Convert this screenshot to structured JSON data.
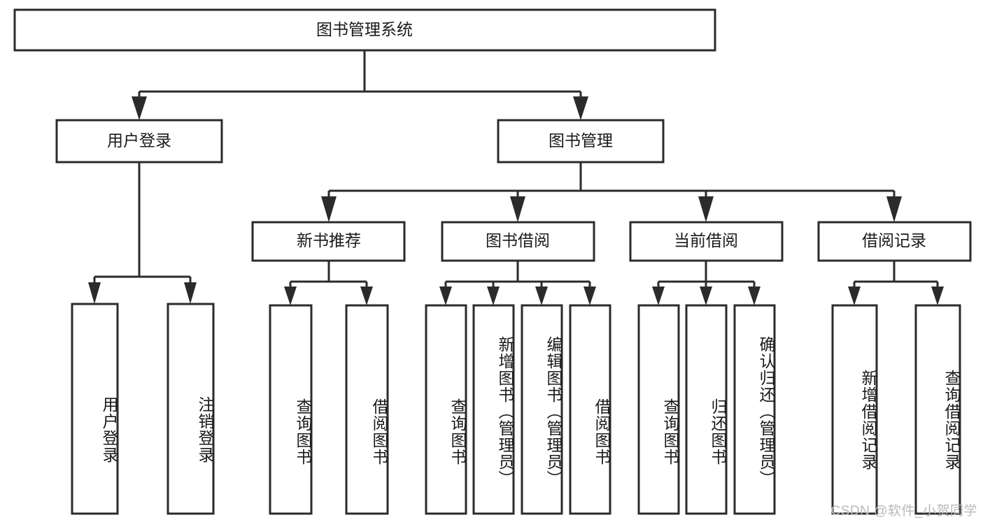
{
  "diagram": {
    "type": "tree-hierarchy",
    "title": "图书管理系统",
    "root": {
      "id": "root",
      "label": "图书管理系统",
      "orientation": "horizontal"
    },
    "level2": [
      {
        "id": "user-login",
        "label": "用户登录",
        "orientation": "horizontal"
      },
      {
        "id": "book-management",
        "label": "图书管理",
        "orientation": "horizontal"
      }
    ],
    "level3": [
      {
        "id": "new-book-recommend",
        "label": "新书推荐",
        "parent": "book-management",
        "orientation": "horizontal"
      },
      {
        "id": "book-borrow",
        "label": "图书借阅",
        "parent": "book-management",
        "orientation": "horizontal"
      },
      {
        "id": "current-borrow",
        "label": "当前借阅",
        "parent": "book-management",
        "orientation": "horizontal"
      },
      {
        "id": "borrow-record",
        "label": "借阅记录",
        "parent": "book-management",
        "orientation": "horizontal"
      }
    ],
    "leaves": [
      {
        "id": "leaf-user-login",
        "label": "用户登录",
        "parent": "user-login",
        "orientation": "vertical"
      },
      {
        "id": "leaf-logout",
        "label": "注销登录",
        "parent": "user-login",
        "orientation": "vertical"
      },
      {
        "id": "leaf-query-book-1",
        "label": "查询图书",
        "parent": "new-book-recommend",
        "orientation": "vertical"
      },
      {
        "id": "leaf-borrow-book-1",
        "label": "借阅图书",
        "parent": "new-book-recommend",
        "orientation": "vertical"
      },
      {
        "id": "leaf-query-book-2",
        "label": "查询图书",
        "parent": "book-borrow",
        "orientation": "vertical"
      },
      {
        "id": "leaf-add-book",
        "label": "新增图书（管理员）",
        "parent": "book-borrow",
        "orientation": "vertical"
      },
      {
        "id": "leaf-edit-book",
        "label": "编辑图书（管理员）",
        "parent": "book-borrow",
        "orientation": "vertical"
      },
      {
        "id": "leaf-borrow-book-2",
        "label": "借阅图书",
        "parent": "book-borrow",
        "orientation": "vertical"
      },
      {
        "id": "leaf-query-book-3",
        "label": "查询图书",
        "parent": "current-borrow",
        "orientation": "vertical"
      },
      {
        "id": "leaf-return-book",
        "label": "归还图书",
        "parent": "current-borrow",
        "orientation": "vertical"
      },
      {
        "id": "leaf-confirm-return",
        "label": "确认归还（管理员）",
        "parent": "current-borrow",
        "orientation": "vertical"
      },
      {
        "id": "leaf-add-record",
        "label": "新增借阅记录",
        "parent": "borrow-record",
        "orientation": "vertical"
      },
      {
        "id": "leaf-query-record",
        "label": "查询借阅记录",
        "parent": "borrow-record",
        "orientation": "vertical"
      }
    ],
    "colors": {
      "box_fill": "#ffffff",
      "box_stroke": "#2b2b2b",
      "connector": "#2b2b2b",
      "text": "#1a1a1a",
      "background": "#ffffff",
      "watermark": "#b9b9b9"
    }
  },
  "watermark": {
    "text": "CSDN @软件_小贺同学"
  }
}
